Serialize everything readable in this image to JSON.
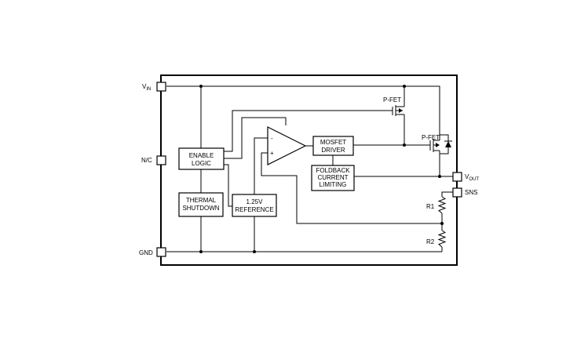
{
  "pins": {
    "vin": "V",
    "vin_sub": "IN",
    "nc": "N/C",
    "gnd": "GND",
    "vout": "V",
    "vout_sub": "OUT",
    "sns": "SNS"
  },
  "blocks": {
    "enable_logic": [
      "ENABLE",
      "LOGIC"
    ],
    "thermal_shutdown": [
      "THERMAL",
      "SHUTDOWN"
    ],
    "reference": [
      "1.25V",
      "REFERENCE"
    ],
    "mosfet_driver": [
      "MOSFET",
      "DRIVER"
    ],
    "foldback": [
      "FOLDBACK",
      "CURRENT",
      "LIMITING"
    ]
  },
  "amp": {
    "minus": "-",
    "plus": "+"
  },
  "transistors": {
    "pfet1": "P-FET",
    "pfet2": "P-FET"
  },
  "resistors": {
    "r1": "R1",
    "r2": "R2"
  }
}
